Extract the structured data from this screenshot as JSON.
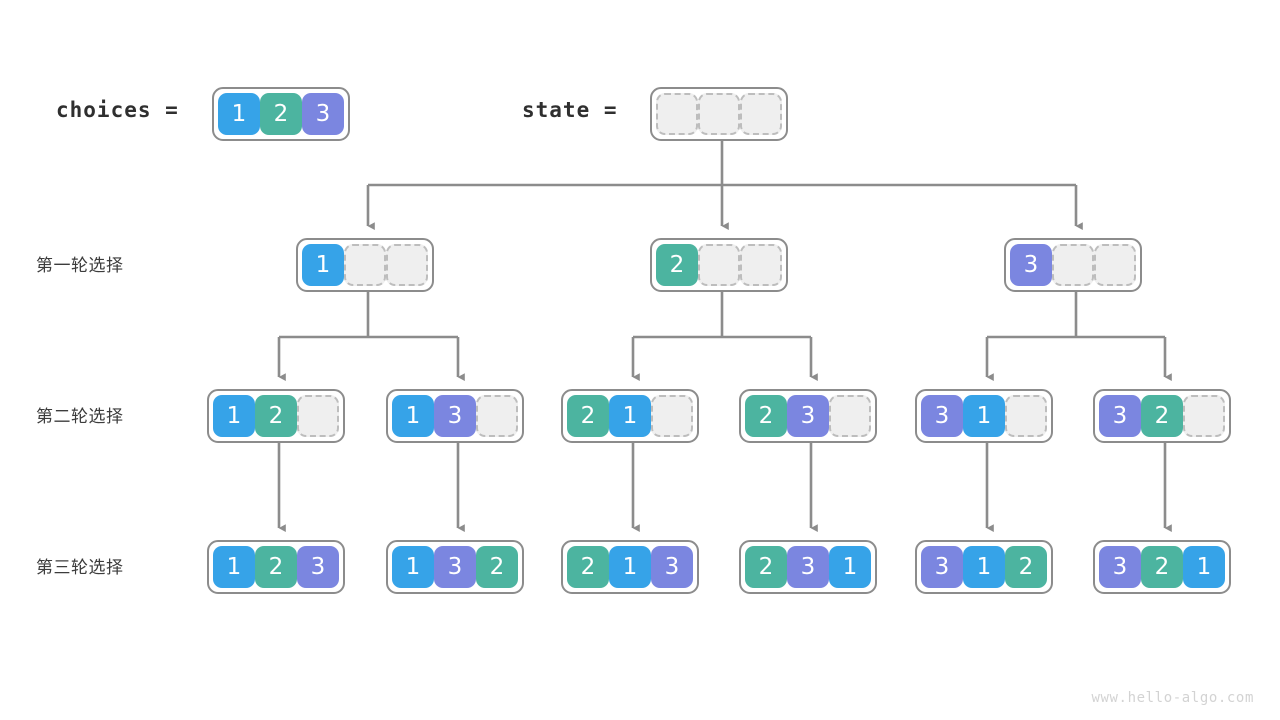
{
  "header": {
    "choices_label": "choices =",
    "state_label": "state ="
  },
  "rows": [
    {
      "label": "第一轮选择"
    },
    {
      "label": "第二轮选择"
    },
    {
      "label": "第三轮选择"
    }
  ],
  "colors": {
    "value_1": "#36a3e8",
    "value_2": "#4cb4a0",
    "value_3": "#7b86e0",
    "empty_fill": "#efefef",
    "empty_border": "#bdbdbd",
    "box_border": "#8c8c8c",
    "wire": "#8c8c8c",
    "text": "#3c3c3c",
    "watermark": "#d3d3d3"
  },
  "choices_array": {
    "cells": [
      "1",
      "2",
      "3"
    ]
  },
  "state_array": {
    "cells": [
      "",
      "",
      ""
    ]
  },
  "level1": [
    {
      "cells": [
        "1",
        "",
        ""
      ]
    },
    {
      "cells": [
        "2",
        "",
        ""
      ]
    },
    {
      "cells": [
        "3",
        "",
        ""
      ]
    }
  ],
  "level2": [
    {
      "cells": [
        "1",
        "2",
        ""
      ]
    },
    {
      "cells": [
        "1",
        "3",
        ""
      ]
    },
    {
      "cells": [
        "2",
        "1",
        ""
      ]
    },
    {
      "cells": [
        "2",
        "3",
        ""
      ]
    },
    {
      "cells": [
        "3",
        "1",
        ""
      ]
    },
    {
      "cells": [
        "3",
        "2",
        ""
      ]
    }
  ],
  "level3": [
    {
      "cells": [
        "1",
        "2",
        "3"
      ]
    },
    {
      "cells": [
        "1",
        "3",
        "2"
      ]
    },
    {
      "cells": [
        "2",
        "1",
        "3"
      ]
    },
    {
      "cells": [
        "2",
        "3",
        "1"
      ]
    },
    {
      "cells": [
        "3",
        "1",
        "2"
      ]
    },
    {
      "cells": [
        "3",
        "2",
        "1"
      ]
    }
  ],
  "watermark": "www.hello-algo.com"
}
